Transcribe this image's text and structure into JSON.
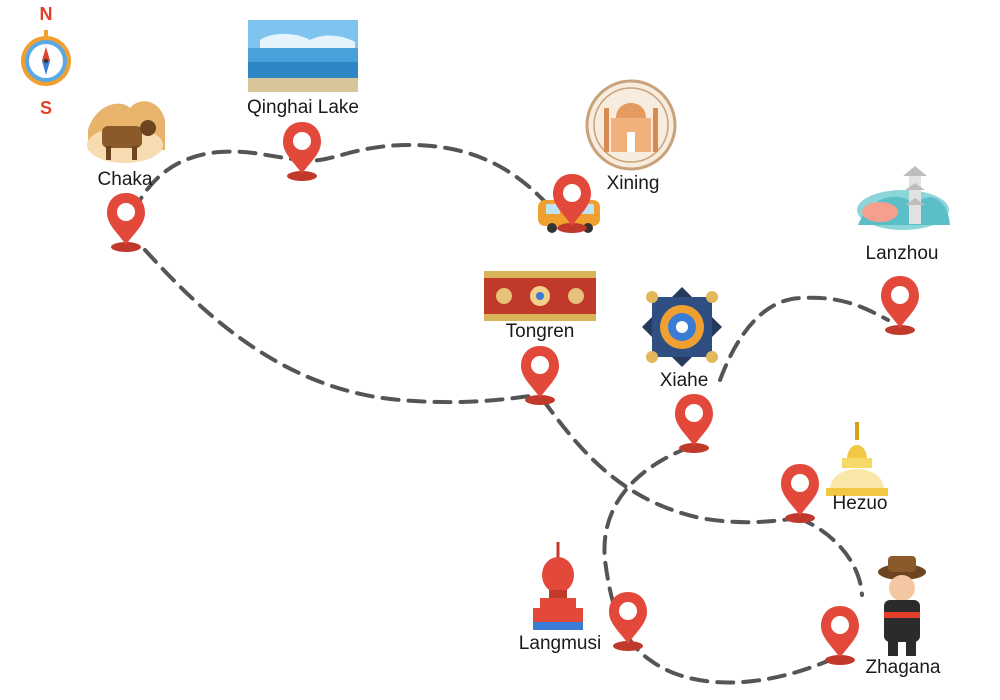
{
  "compass": {
    "north": "N",
    "south": "S"
  },
  "places": {
    "chaka": "Chaka",
    "qinghai_lake": "Qinghai Lake",
    "xining": "Xining",
    "lanzhou": "Lanzhou",
    "tongren": "Tongren",
    "xiahe": "Xiahe",
    "hezuo": "Hezuo",
    "langmusi": "Langmusi",
    "zhagana": "Zhagana"
  },
  "colors": {
    "pin": "#e2493a",
    "pin_shadow": "#c0392b",
    "route": "#555555",
    "compass_text": "#e2402b"
  },
  "icons": {
    "compass": "compass-icon",
    "pin": "map-pin-icon",
    "vehicle": "minibus-icon"
  }
}
